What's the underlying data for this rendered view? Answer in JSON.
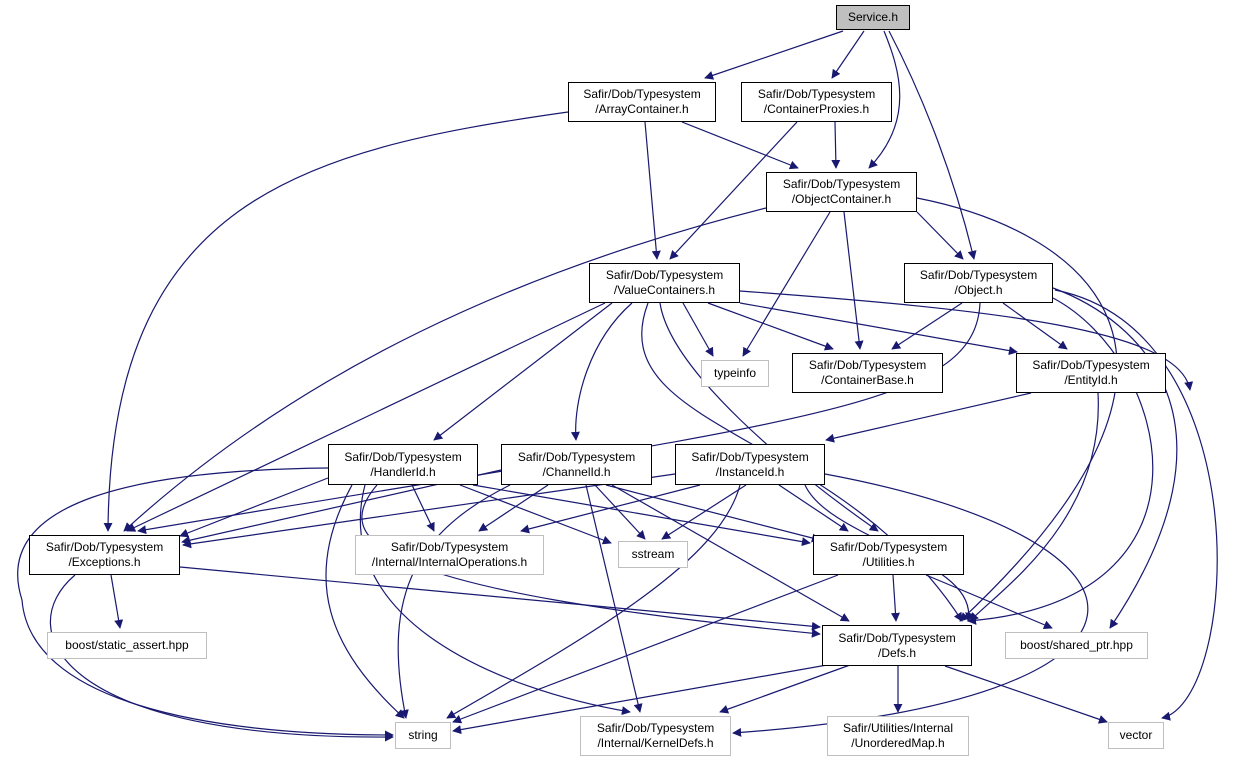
{
  "colors": {
    "edge": "#191970",
    "node_border": "#000000",
    "external_border": "#bfbfbf",
    "root_fill": "#bfbfbf"
  },
  "nodes": {
    "service": {
      "lines": [
        "Service.h"
      ],
      "kind": "root"
    },
    "array_container": {
      "lines": [
        "Safir/Dob/Typesystem",
        "/ArrayContainer.h"
      ],
      "kind": "internal"
    },
    "container_proxies": {
      "lines": [
        "Safir/Dob/Typesystem",
        "/ContainerProxies.h"
      ],
      "kind": "internal"
    },
    "object_container": {
      "lines": [
        "Safir/Dob/Typesystem",
        "/ObjectContainer.h"
      ],
      "kind": "internal"
    },
    "value_containers": {
      "lines": [
        "Safir/Dob/Typesystem",
        "/ValueContainers.h"
      ],
      "kind": "internal"
    },
    "object": {
      "lines": [
        "Safir/Dob/Typesystem",
        "/Object.h"
      ],
      "kind": "internal"
    },
    "typeinfo": {
      "lines": [
        "typeinfo"
      ],
      "kind": "external"
    },
    "container_base": {
      "lines": [
        "Safir/Dob/Typesystem",
        "/ContainerBase.h"
      ],
      "kind": "internal"
    },
    "entity_id": {
      "lines": [
        "Safir/Dob/Typesystem",
        "/EntityId.h"
      ],
      "kind": "internal"
    },
    "handler_id": {
      "lines": [
        "Safir/Dob/Typesystem",
        "/HandlerId.h"
      ],
      "kind": "internal"
    },
    "channel_id": {
      "lines": [
        "Safir/Dob/Typesystem",
        "/ChannelId.h"
      ],
      "kind": "internal"
    },
    "instance_id": {
      "lines": [
        "Safir/Dob/Typesystem",
        "/InstanceId.h"
      ],
      "kind": "internal"
    },
    "exceptions": {
      "lines": [
        "Safir/Dob/Typesystem",
        "/Exceptions.h"
      ],
      "kind": "internal"
    },
    "internal_operations": {
      "lines": [
        "Safir/Dob/Typesystem",
        "/Internal/InternalOperations.h"
      ],
      "kind": "external"
    },
    "sstream": {
      "lines": [
        "sstream"
      ],
      "kind": "external"
    },
    "utilities": {
      "lines": [
        "Safir/Dob/Typesystem",
        "/Utilities.h"
      ],
      "kind": "internal"
    },
    "static_assert": {
      "lines": [
        "boost/static_assert.hpp"
      ],
      "kind": "external"
    },
    "defs": {
      "lines": [
        "Safir/Dob/Typesystem",
        "/Defs.h"
      ],
      "kind": "internal"
    },
    "shared_ptr": {
      "lines": [
        "boost/shared_ptr.hpp"
      ],
      "kind": "external"
    },
    "string": {
      "lines": [
        "string"
      ],
      "kind": "external"
    },
    "kernel_defs": {
      "lines": [
        "Safir/Dob/Typesystem",
        "/Internal/KernelDefs.h"
      ],
      "kind": "external"
    },
    "unordered_map": {
      "lines": [
        "Safir/Utilities/Internal",
        "/UnorderedMap.h"
      ],
      "kind": "external"
    },
    "vector": {
      "lines": [
        "vector"
      ],
      "kind": "external"
    }
  }
}
